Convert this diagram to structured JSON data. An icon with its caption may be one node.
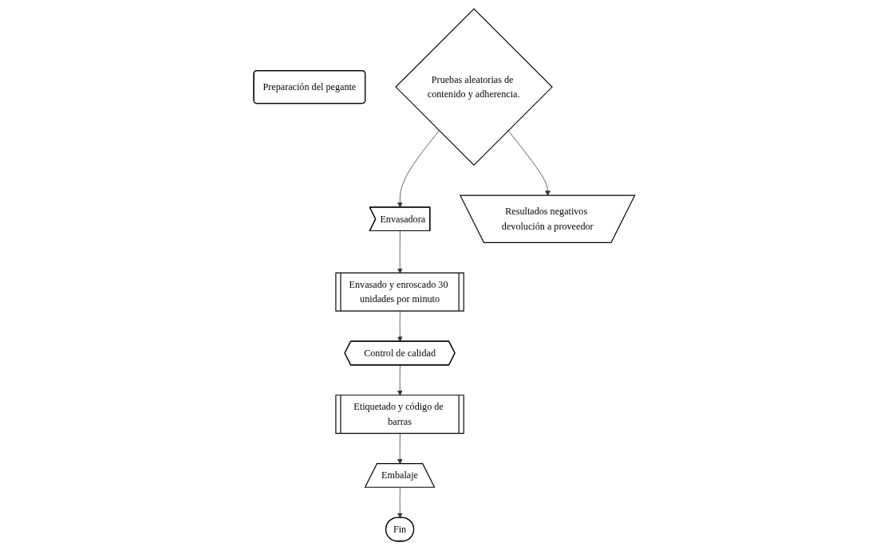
{
  "diagram": {
    "nodes": [
      {
        "text": [
          "Preparación del pegante"
        ]
      },
      {
        "text": [
          "Pruebas aleatorias de contenido y adherencia."
        ]
      },
      {
        "text": [
          "Envasadora"
        ]
      },
      {
        "text": [
          "Resultados negativos devolución a proveedor"
        ]
      },
      {
        "text": [
          "Envasado y enroscado 30 unidades por minuto"
        ]
      },
      {
        "text": [
          "Control de calidad"
        ]
      },
      {
        "text": [
          "Etiquetado y código de barras"
        ]
      },
      {
        "text": [
          "Embalaje"
        ]
      },
      {
        "text": [
          "Fin"
        ]
      }
    ],
    "edges": [
      {
        "from": 1,
        "to": 2,
        "arrow": "to"
      },
      {
        "from": 1,
        "to": 3,
        "arrow": "to"
      },
      {
        "from": 2,
        "to": 4,
        "arrow": "to"
      },
      {
        "from": 4,
        "to": 5,
        "arrow": "to"
      },
      {
        "from": 5,
        "to": 6,
        "arrow": "to"
      },
      {
        "from": 6,
        "to": 7,
        "arrow": "to"
      },
      {
        "from": 7,
        "to": 8,
        "arrow": "to"
      }
    ]
  }
}
